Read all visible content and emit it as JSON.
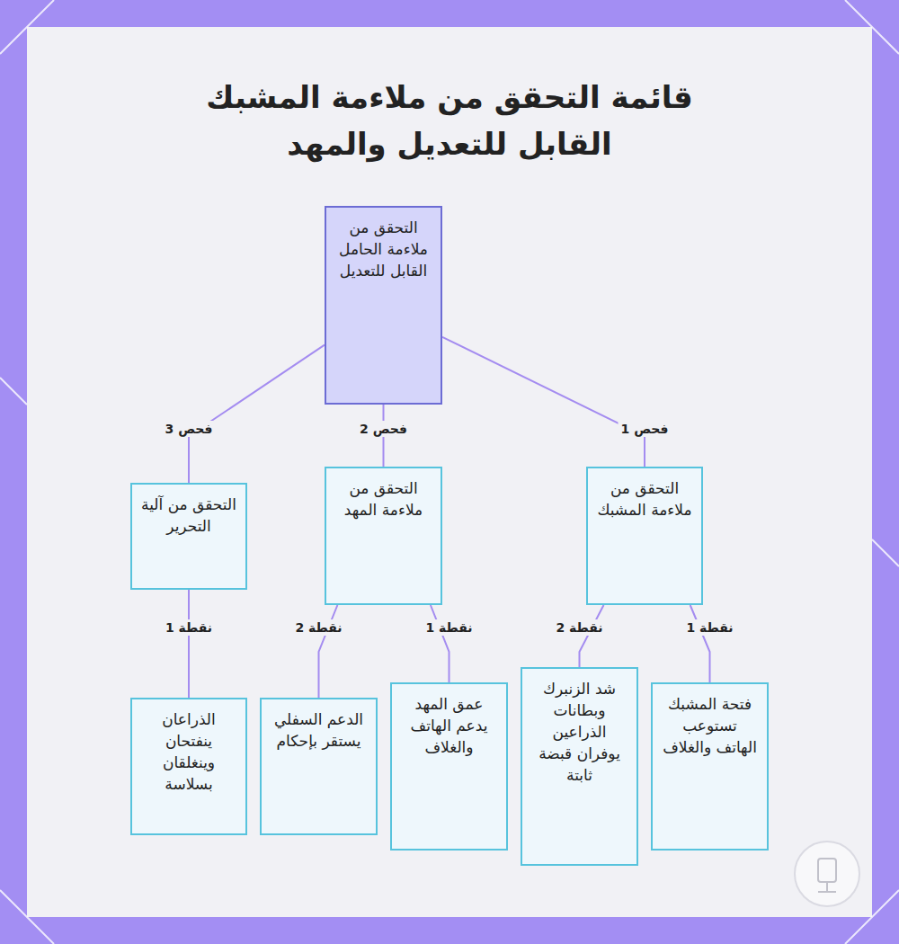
{
  "diagram": {
    "title": "قائمة التحقق من ملاءمة المشبك القابل للتعديل والمهد",
    "nodes": [
      {
        "text": [
          "التحقق من ملاءمة الحامل القابل للتعديل"
        ]
      },
      {
        "text": [
          "التحقق من ملاءمة المشبك"
        ]
      },
      {
        "text": [
          "التحقق من ملاءمة المهد"
        ]
      },
      {
        "text": [
          "التحقق من آلية التحرير"
        ]
      },
      {
        "text": [
          "فتحة المشبك تستوعب الهاتف والغلاف"
        ]
      },
      {
        "text": [
          "شد الزنبرك وبطانات الذراعين يوفران قبضة ثابتة"
        ]
      },
      {
        "text": [
          "عمق المهد يدعم الهاتف والغلاف"
        ]
      },
      {
        "text": [
          "الدعم السفلي يستقر بإحكام"
        ]
      },
      {
        "text": [
          "الذراعان ينفتحان وينغلقان بسلاسة"
        ]
      }
    ],
    "edges": [
      {
        "from": 0,
        "to": 1,
        "label": "فحص 1",
        "arrow": "none"
      },
      {
        "from": 0,
        "to": 2,
        "label": "فحص 2",
        "arrow": "none"
      },
      {
        "from": 0,
        "to": 3,
        "label": "فحص 3",
        "arrow": "none"
      },
      {
        "from": 1,
        "to": 4,
        "label": "نقطة 1",
        "arrow": "none"
      },
      {
        "from": 1,
        "to": 5,
        "label": "نقطة 2",
        "arrow": "none"
      },
      {
        "from": 2,
        "to": 6,
        "label": "نقطة 1",
        "arrow": "none"
      },
      {
        "from": 2,
        "to": 7,
        "label": "نقطة 2",
        "arrow": "none"
      },
      {
        "from": 3,
        "to": 8,
        "label": "نقطة 1",
        "arrow": "none"
      }
    ]
  }
}
